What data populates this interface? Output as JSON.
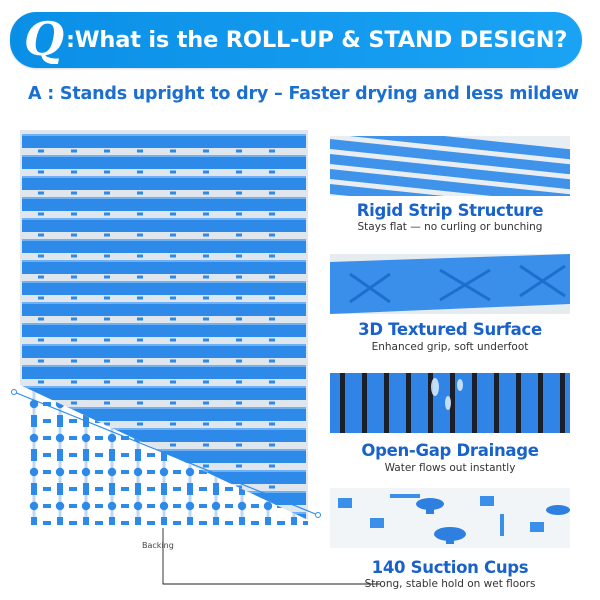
{
  "header": {
    "q_letter": "Q",
    "question": ":What is the ROLL-UP & STAND DESIGN?",
    "answer": "A : Stands upright to dry – Faster drying and less mildew"
  },
  "colors": {
    "banner": "#0a8fe6",
    "accent_blue": "#2d8ae8",
    "title_blue": "#1862c9",
    "text_dark": "#333333"
  },
  "mat": {
    "backing_label": "Backing"
  },
  "features": [
    {
      "title": "Rigid Strip Structure",
      "subtitle": "Stays flat — no curling or bunching"
    },
    {
      "title": "3D Textured Surface",
      "subtitle": "Enhanced grip, soft underfoot"
    },
    {
      "title": "Open-Gap Drainage",
      "subtitle": "Water flows out instantly"
    },
    {
      "title": "140 Suction Cups",
      "subtitle": "Strong, stable hold on wet floors"
    }
  ]
}
